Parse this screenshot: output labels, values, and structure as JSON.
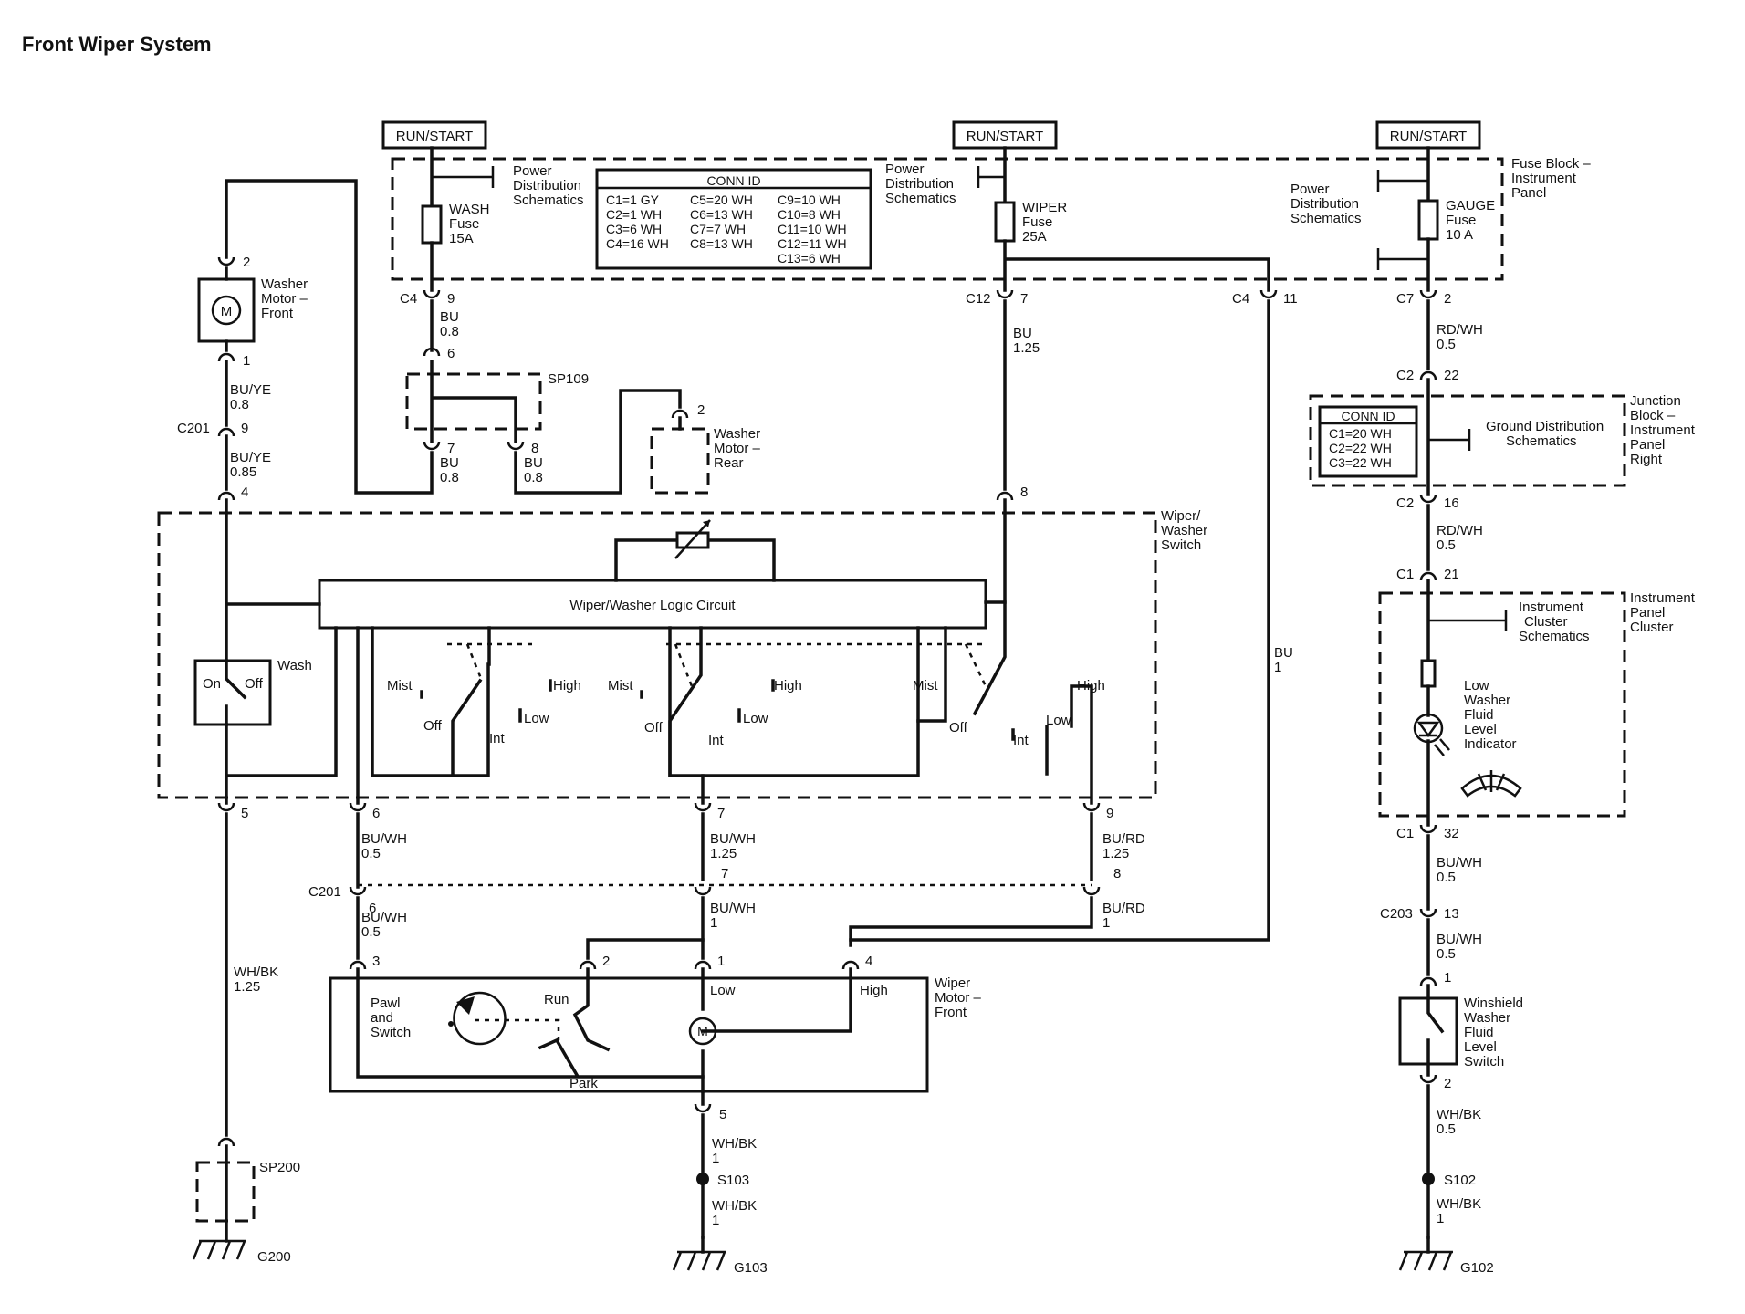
{
  "title": "Front Wiper System",
  "power_labels": [
    "RUN/START",
    "RUN/START",
    "RUN/START"
  ],
  "fuse_block": {
    "label": [
      "Fuse Block –",
      "Instrument",
      "Panel"
    ],
    "power_dist_1": [
      "Power",
      "Distribution",
      "Schematics"
    ],
    "power_dist_2": [
      "Power",
      "Distribution",
      "Schematics"
    ],
    "power_dist_3": [
      "Power",
      "Distribution",
      "Schematics"
    ],
    "wash_fuse": [
      "WASH",
      "Fuse",
      "15A"
    ],
    "wiper_fuse": [
      "WIPER",
      "Fuse",
      "25A"
    ],
    "gauge_fuse": [
      "GAUGE",
      "Fuse",
      "10 A"
    ],
    "conn_id_title": "CONN ID",
    "conn_id_col1": [
      "C1=1 GY",
      "C2=1 WH",
      "C3=6 WH",
      "C4=16 WH"
    ],
    "conn_id_col2": [
      "C5=20 WH",
      "C6=13 WH",
      "C7=7 WH",
      "C8=13 WH"
    ],
    "conn_id_col3": [
      "C9=10 WH",
      "C10=8 WH",
      "C11=10 WH",
      "C12=11 WH",
      "C13=6 WH"
    ]
  },
  "washer_motor_front": [
    "Washer",
    "Motor –",
    "Front"
  ],
  "washer_motor_rear": [
    "Washer",
    "Motor –",
    "Rear"
  ],
  "sp109": "SP109",
  "sp200": "SP200",
  "wiper_washer_switch": [
    "Wiper/",
    "Washer",
    "Switch"
  ],
  "logic_circuit": "Wiper/Washer Logic Circuit",
  "wash_switch": {
    "label": "Wash",
    "on": "On",
    "off": "Off"
  },
  "switch_positions": {
    "mist": "Mist",
    "high": "High",
    "off": "Off",
    "low": "Low",
    "int": "Int"
  },
  "wiper_motor_front": [
    "Wiper",
    "Motor –",
    "Front"
  ],
  "pawl_switch": [
    "Pawl",
    "and",
    "Switch"
  ],
  "motor_terms": {
    "run": "Run",
    "park": "Park",
    "low": "Low",
    "high": "High"
  },
  "junction_block": {
    "label": [
      "Junction",
      "Block –",
      "Instrument",
      "Panel",
      "Right"
    ],
    "conn_id_title": "CONN ID",
    "conn_ids": [
      "C1=20 WH",
      "C2=22 WH",
      "C3=22 WH"
    ],
    "ground_dist": [
      "Ground Distribution",
      "Schematics"
    ]
  },
  "instrument_cluster": {
    "label": [
      "Instrument",
      "Panel",
      "Cluster"
    ],
    "schematics": [
      "Instrument",
      "Cluster",
      "Schematics"
    ],
    "indicator": [
      "Low",
      "Washer",
      "Fluid",
      "Level",
      "Indicator"
    ]
  },
  "washer_fluid_switch": [
    "Winshield",
    "Washer",
    "Fluid",
    "Level",
    "Switch"
  ],
  "splices": [
    "S103",
    "S102"
  ],
  "grounds": [
    "G200",
    "G103",
    "G102"
  ],
  "connectors": {
    "c4_9": [
      "C4",
      "9"
    ],
    "c12_7": [
      "C12",
      "7"
    ],
    "c4_11": [
      "C4",
      "11"
    ],
    "c7_2": [
      "C7",
      "2"
    ],
    "c2_22": [
      "C2",
      "22"
    ],
    "c2_16": [
      "C2",
      "16"
    ],
    "c1_21": [
      "C1",
      "21"
    ],
    "c1_32": [
      "C1",
      "32"
    ],
    "c203_13": [
      "C203",
      "13"
    ],
    "c201_9": [
      "C201",
      "9"
    ],
    "c201_6": [
      "C201",
      "6"
    ],
    "pin_wm_2": "2",
    "pin_wm_1": "1",
    "pin_sp_6": "6",
    "pin_sp_7": "7",
    "pin_sp_8": "8",
    "pin_wmr_2": "2",
    "pin_sw_4": "4",
    "pin_sw_8": "8",
    "pin_sw_5": "5",
    "pin_sw_6": "6",
    "pin_sw_7": "7",
    "pin_sw_9": "9",
    "pin_c201_7": "7",
    "pin_c201_8": "8",
    "pin_m_3": "3",
    "pin_m_2": "2",
    "pin_m_1": "1",
    "pin_m_4": "4",
    "pin_m_5": "5",
    "pin_ws_1": "1",
    "pin_ws_2": "2"
  },
  "wires": {
    "bu_08_a": [
      "BU",
      "0.8"
    ],
    "bu_08_b": [
      "BU",
      "0.8"
    ],
    "bu_08_c": [
      "BU",
      "0.8"
    ],
    "bu_125": [
      "BU",
      "1.25"
    ],
    "rd_wh_05_a": [
      "RD/WH",
      "0.5"
    ],
    "rd_wh_05_b": [
      "RD/WH",
      "0.5"
    ],
    "bu_ye_08": [
      "BU/YE",
      "0.8"
    ],
    "bu_ye_085": [
      "BU/YE",
      "0.85"
    ],
    "bu_1": [
      "BU",
      "1"
    ],
    "bu_wh_05_a": [
      "BU/WH",
      "0.5"
    ],
    "bu_wh_125": [
      "BU/WH",
      "1.25"
    ],
    "bu_rd_125": [
      "BU/RD",
      "1.25"
    ],
    "bu_wh_05_b": [
      "BU/WH",
      "0.5"
    ],
    "bu_wh_1": [
      "BU/WH",
      "1"
    ],
    "bu_rd_1": [
      "BU/RD",
      "1"
    ],
    "wh_bk_125": [
      "WH/BK",
      "1.25"
    ],
    "wh_bk_1_a": [
      "WH/BK",
      "1"
    ],
    "wh_bk_1_b": [
      "WH/BK",
      "1"
    ],
    "bu_wh_05_c": [
      "BU/WH",
      "0.5"
    ],
    "bu_wh_05_d": [
      "BU/WH",
      "0.5"
    ],
    "wh_bk_05": [
      "WH/BK",
      "0.5"
    ],
    "wh_bk_1_c": [
      "WH/BK",
      "1"
    ]
  }
}
